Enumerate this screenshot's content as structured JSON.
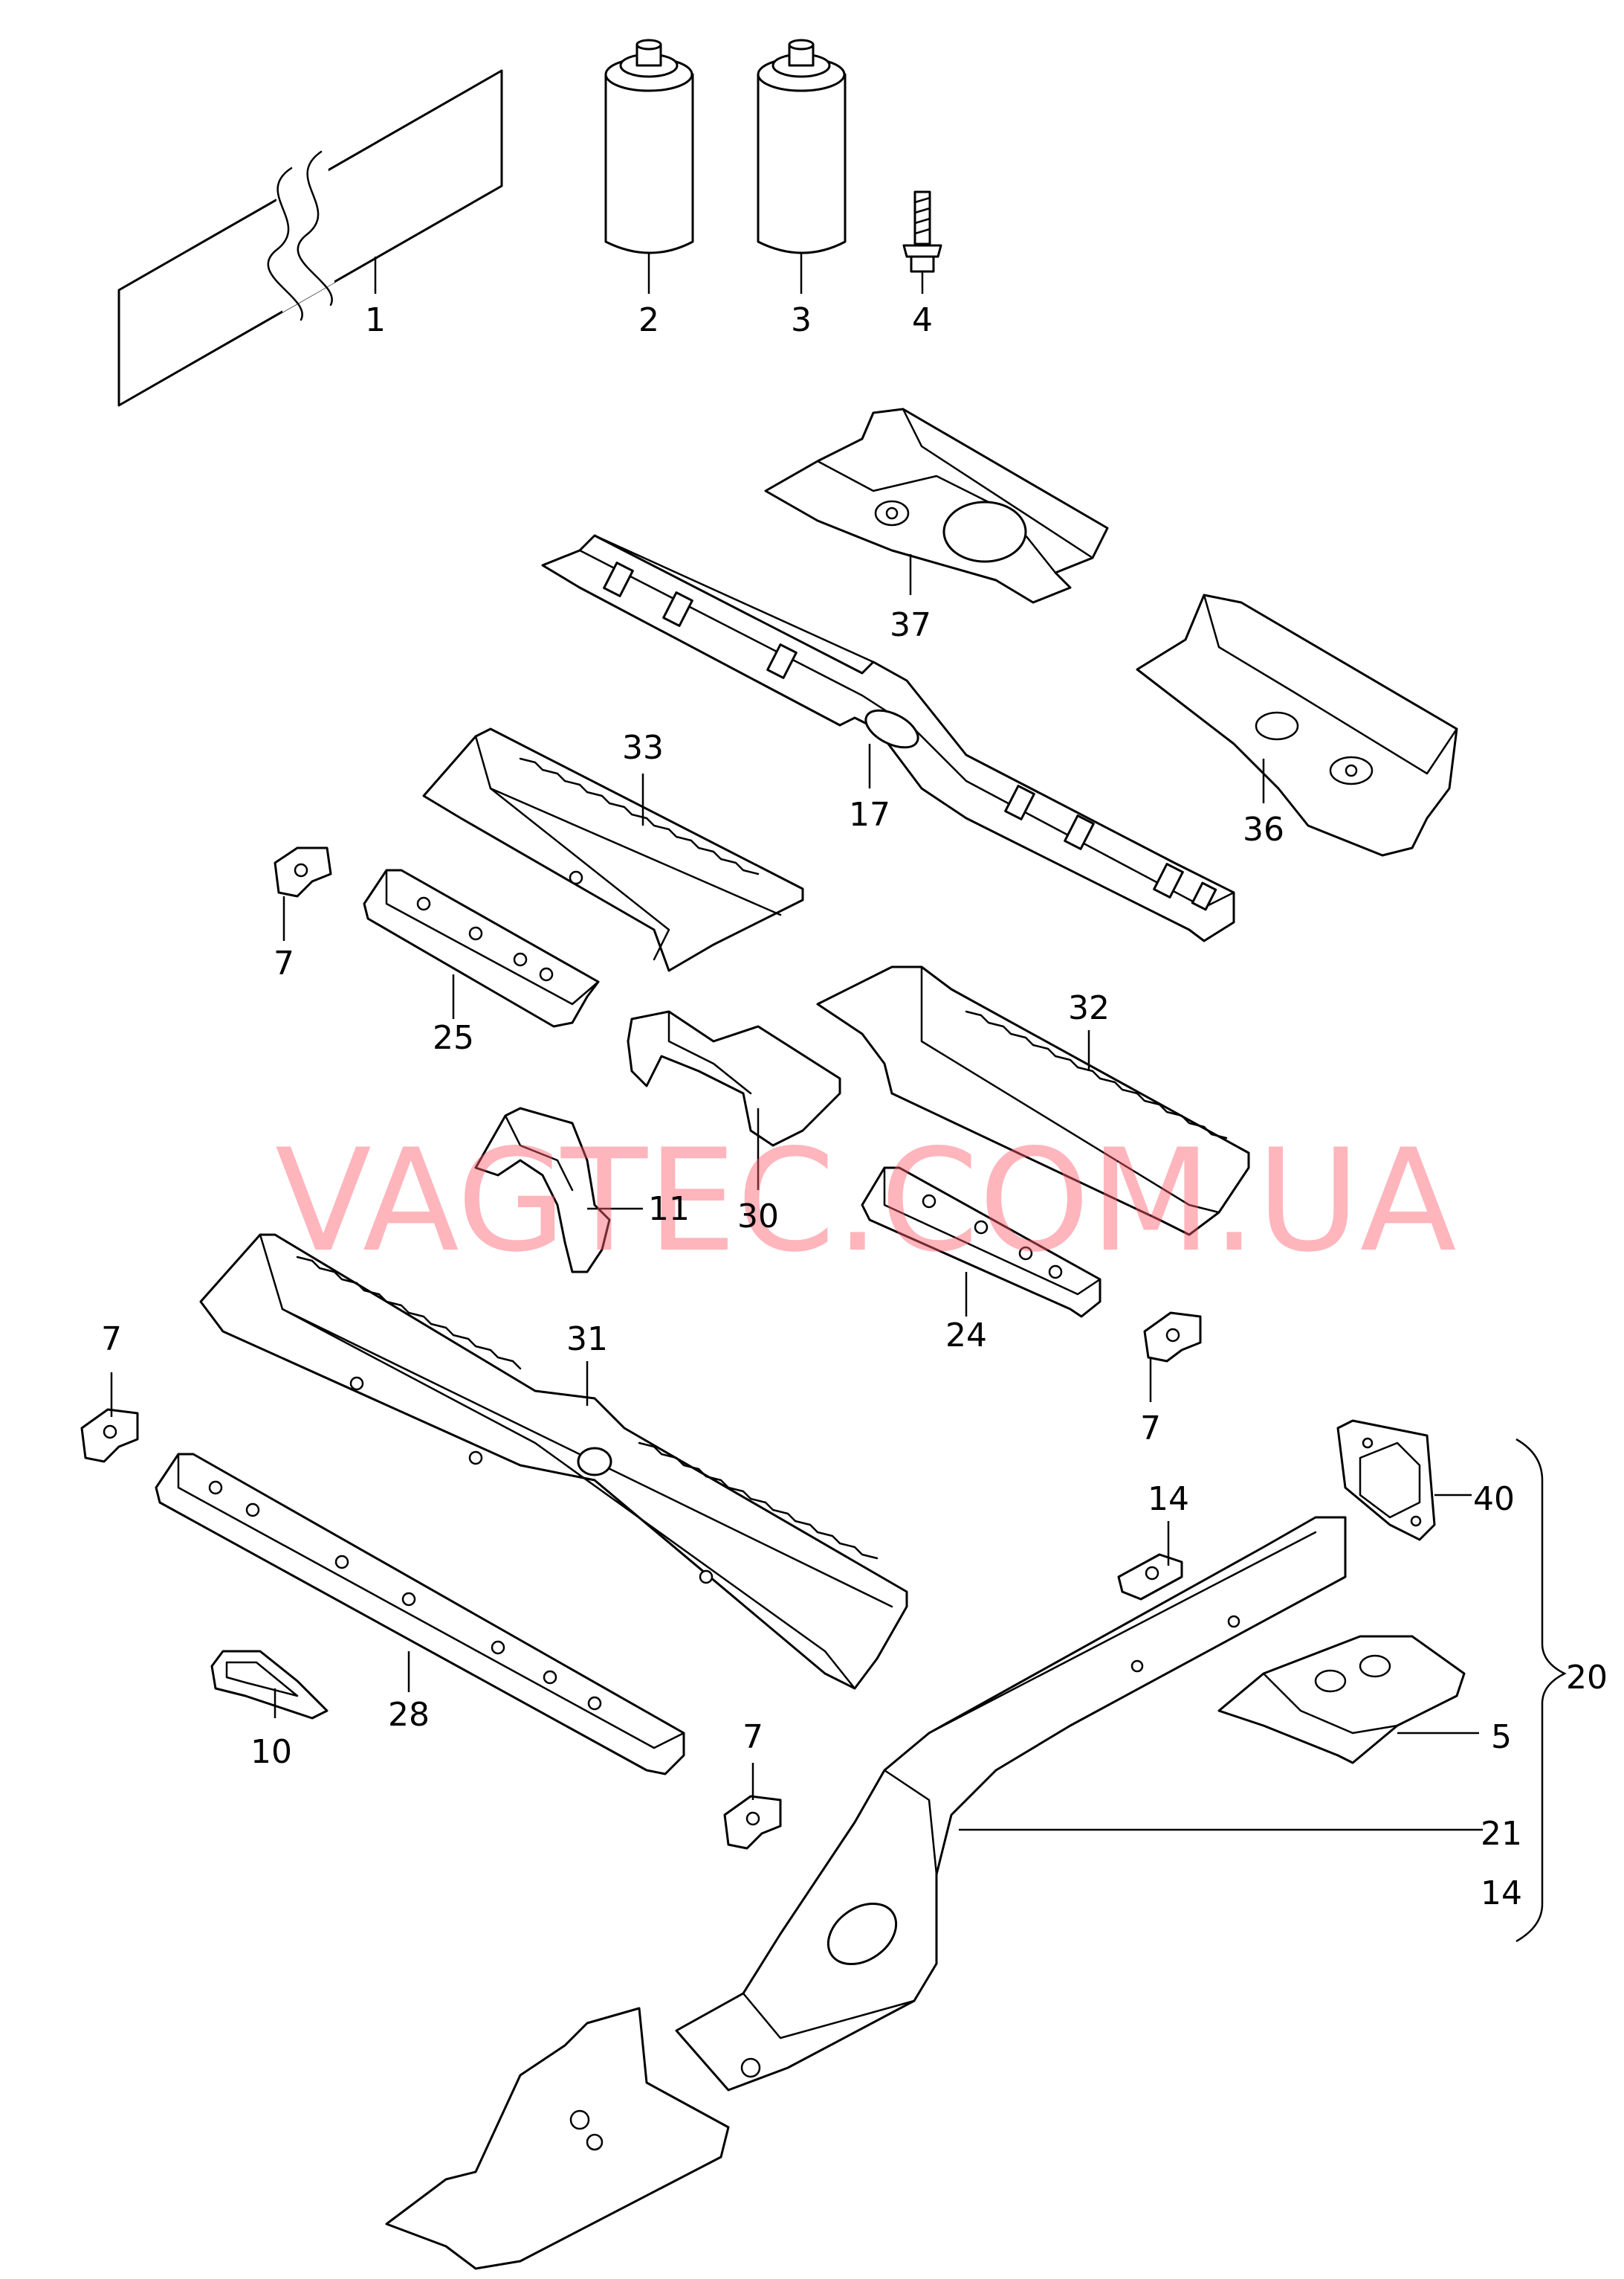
{
  "watermark": "VAGTEC.COM.UA",
  "callouts": {
    "p1": "1",
    "p2": "2",
    "p3": "3",
    "p4": "4",
    "p37": "37",
    "p17": "17",
    "p36": "36",
    "p33": "33",
    "p7a": "7",
    "p25": "25",
    "p32": "32",
    "p11": "11",
    "p30": "30",
    "p24": "24",
    "p31": "31",
    "p7b": "7",
    "p7c": "7",
    "p14a": "14",
    "p40": "40",
    "p20": "20",
    "p5": "5",
    "p10": "10",
    "p28": "28",
    "p7d": "7",
    "p21": "21",
    "p14b": "14"
  },
  "parts": {
    "p1": "adhesive-strip-icon",
    "p2": "spray-can-icon",
    "p3": "spray-can-icon",
    "p4": "bolt-icon",
    "p37": "floor-pan-panel-icon",
    "p17": "cross-member-icon",
    "p36": "floor-pan-panel-icon",
    "p33": "cross-member-icon",
    "p7": "clip-nut-icon",
    "p25": "reinforcement-bracket-icon",
    "p32": "cross-member-icon",
    "p11": "bracket-icon",
    "p30": "bracket-icon",
    "p24": "reinforcement-bracket-icon",
    "p31": "cross-member-icon",
    "p14": "nut-plate-icon",
    "p40": "mount-plate-icon",
    "p5": "reinforcement-panel-icon",
    "p10": "gasket-icon",
    "p28": "reinforcement-bracket-icon",
    "p21": "side-member-icon"
  }
}
